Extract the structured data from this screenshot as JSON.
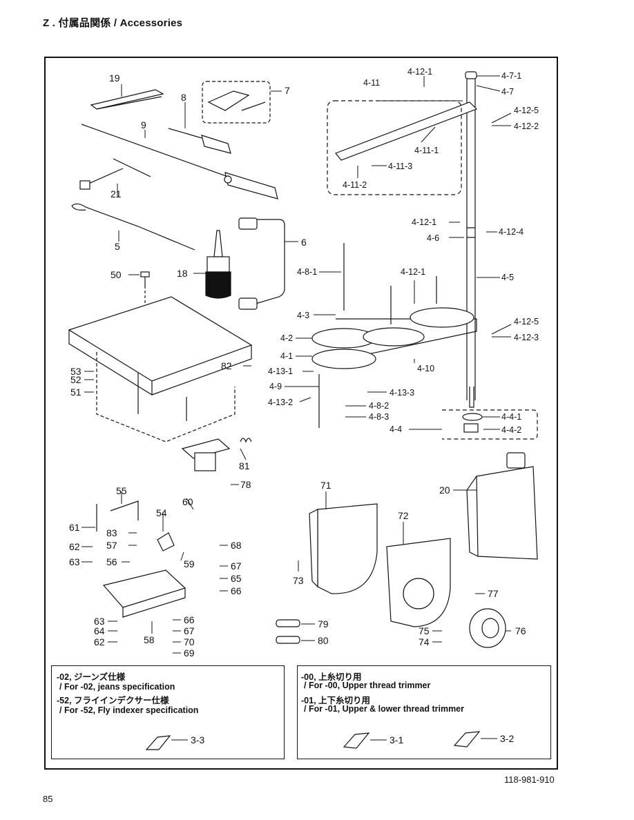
{
  "header": {
    "title": "Z . 付属品関係 / Accessories"
  },
  "labels": {
    "p19": "19",
    "p8": "8",
    "p7": "7",
    "p9": "9",
    "p21": "21",
    "p5": "5",
    "p6": "6",
    "p50": "50",
    "p18": "18",
    "p82": "82",
    "p53": "53",
    "p52": "52",
    "p51": "51",
    "p81": "81",
    "p78": "78",
    "p4_12_1a": "4-12-1",
    "p4_11": "4-11",
    "p4_7_1": "4-7-1",
    "p4_7": "4-7",
    "p4_12_5a": "4-12-5",
    "p4_12_2": "4-12-2",
    "p4_11_1": "4-11-1",
    "p4_11_3": "4-11-3",
    "p4_11_2": "4-11-2",
    "p4_12_1b": "4-12-1",
    "p4_12_4": "4-12-4",
    "p4_6": "4-6",
    "p4_8_1": "4-8-1",
    "p4_12_1c": "4-12-1",
    "p4_5": "4-5",
    "p4_3": "4-3",
    "p4_12_5b": "4-12-5",
    "p4_12_3": "4-12-3",
    "p4_2": "4-2",
    "p4_1": "4-1",
    "p4_10": "4-10",
    "p4_13_1": "4-13-1",
    "p4_9": "4-9",
    "p4_13_3": "4-13-3",
    "p4_13_2": "4-13-2",
    "p4_8_2": "4-8-2",
    "p4_8_3": "4-8-3",
    "p4_4": "4-4",
    "p4_4_1": "4-4-1",
    "p4_4_2": "4-4-2",
    "p55": "55",
    "p60": "60",
    "p54": "54",
    "p61": "61",
    "p83": "83",
    "p62a": "62",
    "p57": "57",
    "p59": "59",
    "p68": "68",
    "p63a": "63",
    "p56": "56",
    "p67a": "67",
    "p65": "65",
    "p66a": "66",
    "p63b": "63",
    "p64": "64",
    "p62b": "62",
    "p58": "58",
    "p66b": "66",
    "p67b": "67",
    "p70": "70",
    "p69": "69",
    "p71": "71",
    "p72": "72",
    "p20": "20",
    "p73": "73",
    "p77": "77",
    "p79": "79",
    "p80": "80",
    "p75": "75",
    "p74": "74",
    "p76": "76",
    "p3_3": "3-3",
    "p3_1": "3-1",
    "p3_2": "3-2"
  },
  "notes": {
    "left": {
      "line1": "-02, ジーンズ仕様",
      "line2": "/ For -02, jeans specification",
      "line3": "-52, フライインデクサー仕様",
      "line4": "/ For -52, Fly indexer specification"
    },
    "right": {
      "line1": "-00, 上糸切り用",
      "line2": "/ For -00, Upper thread trimmer",
      "line3": "-01, 上下糸切り用",
      "line4": "/ For -01, Upper & lower thread trimmer"
    }
  },
  "footer": {
    "doc_number": "118-981-910",
    "page_number": "85"
  }
}
